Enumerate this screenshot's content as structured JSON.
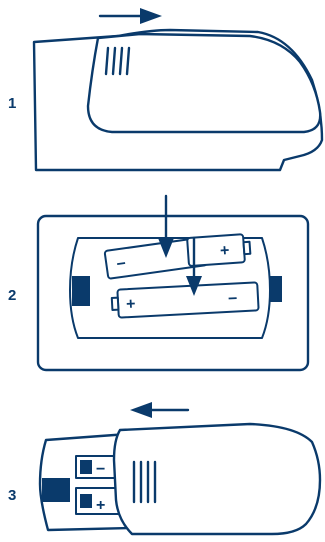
{
  "steps": [
    {
      "number": "1",
      "arrow_direction": "right"
    },
    {
      "number": "2",
      "arrow_direction": "down"
    },
    {
      "number": "3",
      "arrow_direction": "left"
    }
  ],
  "battery_labels": {
    "minus": "−",
    "plus": "+"
  },
  "colors": {
    "line": "#0a3a6b",
    "background": "#ffffff"
  }
}
